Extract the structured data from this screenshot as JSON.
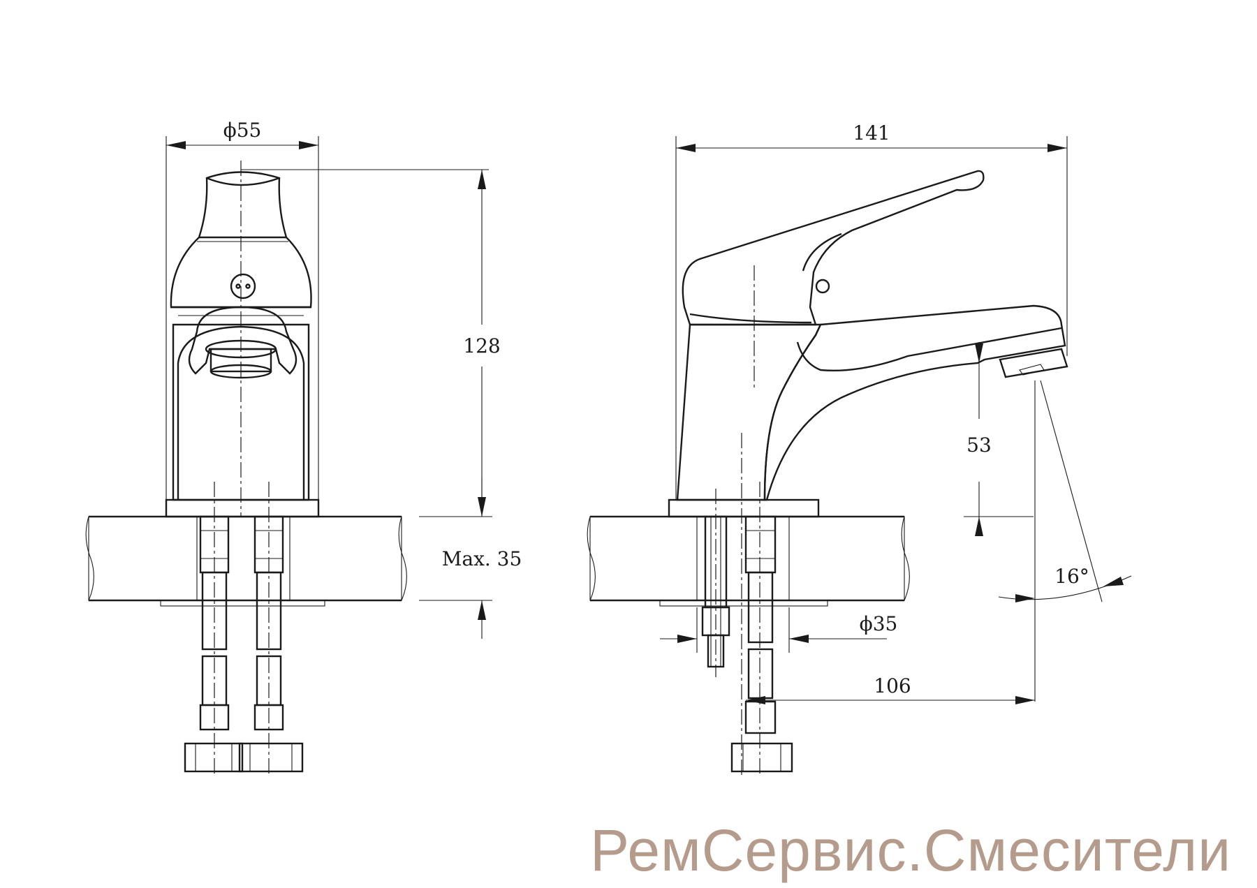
{
  "front_view": {
    "dim_diameter_body": "ϕ55",
    "dim_height": "128",
    "dim_max_thickness": "Max. 35"
  },
  "side_view": {
    "dim_length": "141",
    "dim_spout_height": "53",
    "dim_angle": "16°",
    "dim_diameter_hole": "ϕ35",
    "dim_spout_reach": "106"
  },
  "watermark": {
    "text": "РемСервис.Смесители",
    "color": "#b49b8b"
  }
}
